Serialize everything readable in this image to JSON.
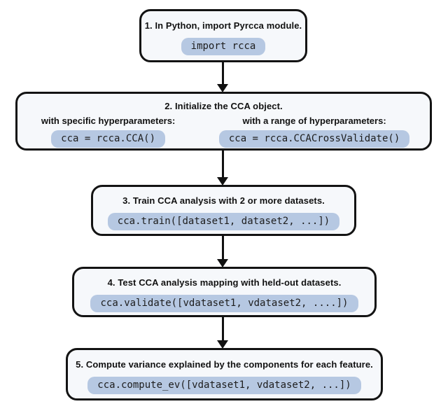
{
  "figure": {
    "steps": [
      {
        "title": "1. In Python, import Pyrcca module.",
        "code": "import rcca"
      },
      {
        "title": "2. Initialize the CCA object.",
        "branches": [
          {
            "label": "with specific hyperparameters:",
            "code": "cca = rcca.CCA()"
          },
          {
            "label": "with a range of hyperparameters:",
            "code": "cca = rcca.CCACrossValidate()"
          }
        ]
      },
      {
        "title": "3. Train CCA analysis with 2 or more datasets.",
        "code": "cca.train([dataset1, dataset2, ...])"
      },
      {
        "title": "4. Test CCA analysis mapping with held-out datasets.",
        "code": "cca.validate([vdataset1, vdataset2, ....])"
      },
      {
        "title": "5. Compute variance explained by the components for each feature.",
        "code": "cca.compute_ev([vdataset1, vdataset2, ...])"
      }
    ],
    "colors": {
      "box_fill": "#f6f8fb",
      "box_border": "#131313",
      "pill_fill": "#b6c8e2",
      "text": "#111111",
      "code_text": "#1d1d1d",
      "arrow": "#111111"
    }
  }
}
